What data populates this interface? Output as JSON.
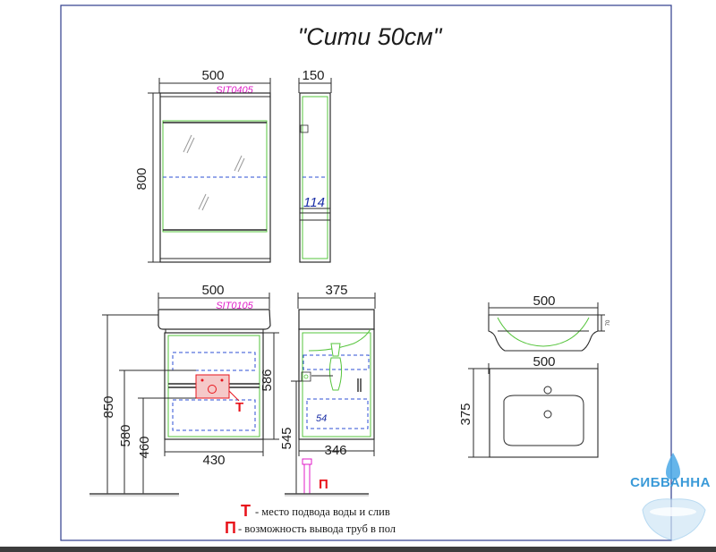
{
  "title": "\"Сити 50см\"",
  "mirror": {
    "code": "SIT0405",
    "width": "500",
    "height": "800",
    "side_depth": "150",
    "shelf_depth": "114"
  },
  "cabinet": {
    "code": "SIT0105",
    "width": "500",
    "inner_width": "430",
    "total_height": "850",
    "body_height": "586",
    "floor_to_counter": "580",
    "floor_to_body": "460",
    "side_depth": "375",
    "side_inner_depth": "346",
    "outlet_height": "545",
    "drawer_gap": "54"
  },
  "sink": {
    "front_width": "500",
    "front_thickness": "70",
    "top_width": "500",
    "top_depth": "375"
  },
  "legend": {
    "t_letter": "Т",
    "t_text": "- место подвода воды и слив",
    "p_letter": "П",
    "p_text": "- возможность вывода труб в пол",
    "t_marker": "Т",
    "p_marker": "П"
  },
  "brand": {
    "name": "СИБВАННА"
  },
  "colors": {
    "frame": "#2e3c8c",
    "dimension_blue": "#2e4fd6",
    "outline_green": "#56c43c",
    "code_magenta": "#e01ec8",
    "marker_red": "#e8141c",
    "brand_blue": "#3a9ad8"
  }
}
